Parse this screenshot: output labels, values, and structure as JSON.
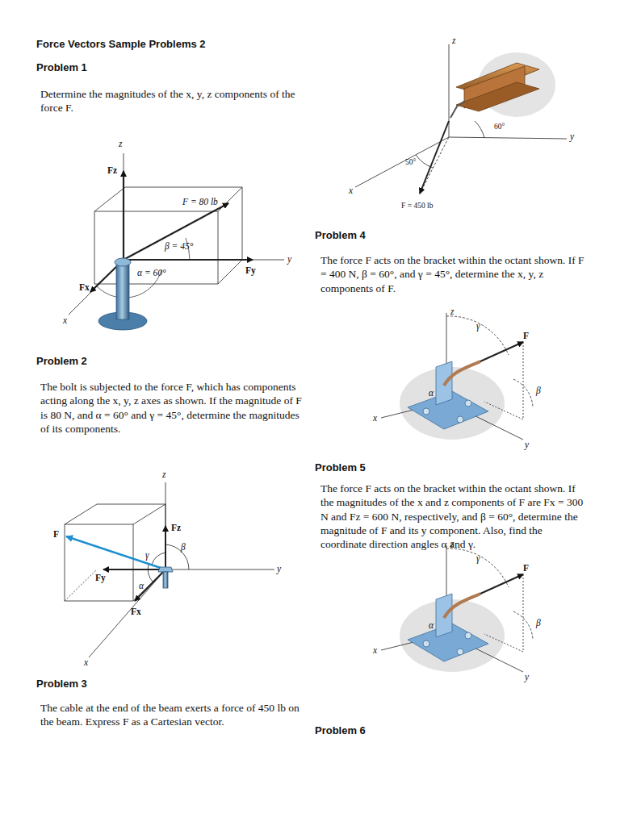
{
  "diagram": {
    "title": "Force Vectors Sample Problems 2",
    "labels": [
      "Problem 1",
      "Determine the magnitudes of the x, y, z components of the force F.",
      "z",
      "Fz",
      "F = 80 lb",
      "β = 45°",
      "y",
      "Fy",
      "α = 60°",
      "Fx",
      "x",
      "Problem 2",
      "The bolt is subjected to the force F, which has components acting along the x, y, z axes as shown. If the magnitude of F is 80 N, and α = 60° and γ = 45°, determine the magnitudes of its components.",
      "z",
      "Fz",
      "F",
      "γ",
      "β",
      "Fy",
      "α",
      "y",
      "Fx",
      "x",
      "Problem 3",
      "The cable at the end of the beam exerts a force of 450 lb on the beam. Express F as a Cartesian vector.",
      "z",
      "60°",
      "y",
      "50°",
      "x",
      "F = 450 lb",
      "Problem 4",
      "The force F acts on the bracket within the octant shown. If F = 400 N, β = 60°, and γ = 45°, determine the x, y, z components of F.",
      "z",
      "γ",
      "F",
      "β",
      "α",
      "x",
      "y",
      "Problem 5",
      "The force F acts on the bracket within the octant shown. If the magnitudes of the x and z components of F are Fx = 300 N and Fz = 600 N, respectively, and β = 60°, determine the magnitude of F and its y component. Also, find the coordinate direction angles α and γ.",
      "z",
      "γ",
      "F",
      "β",
      "α",
      "x",
      "y",
      "Problem 6"
    ]
  }
}
